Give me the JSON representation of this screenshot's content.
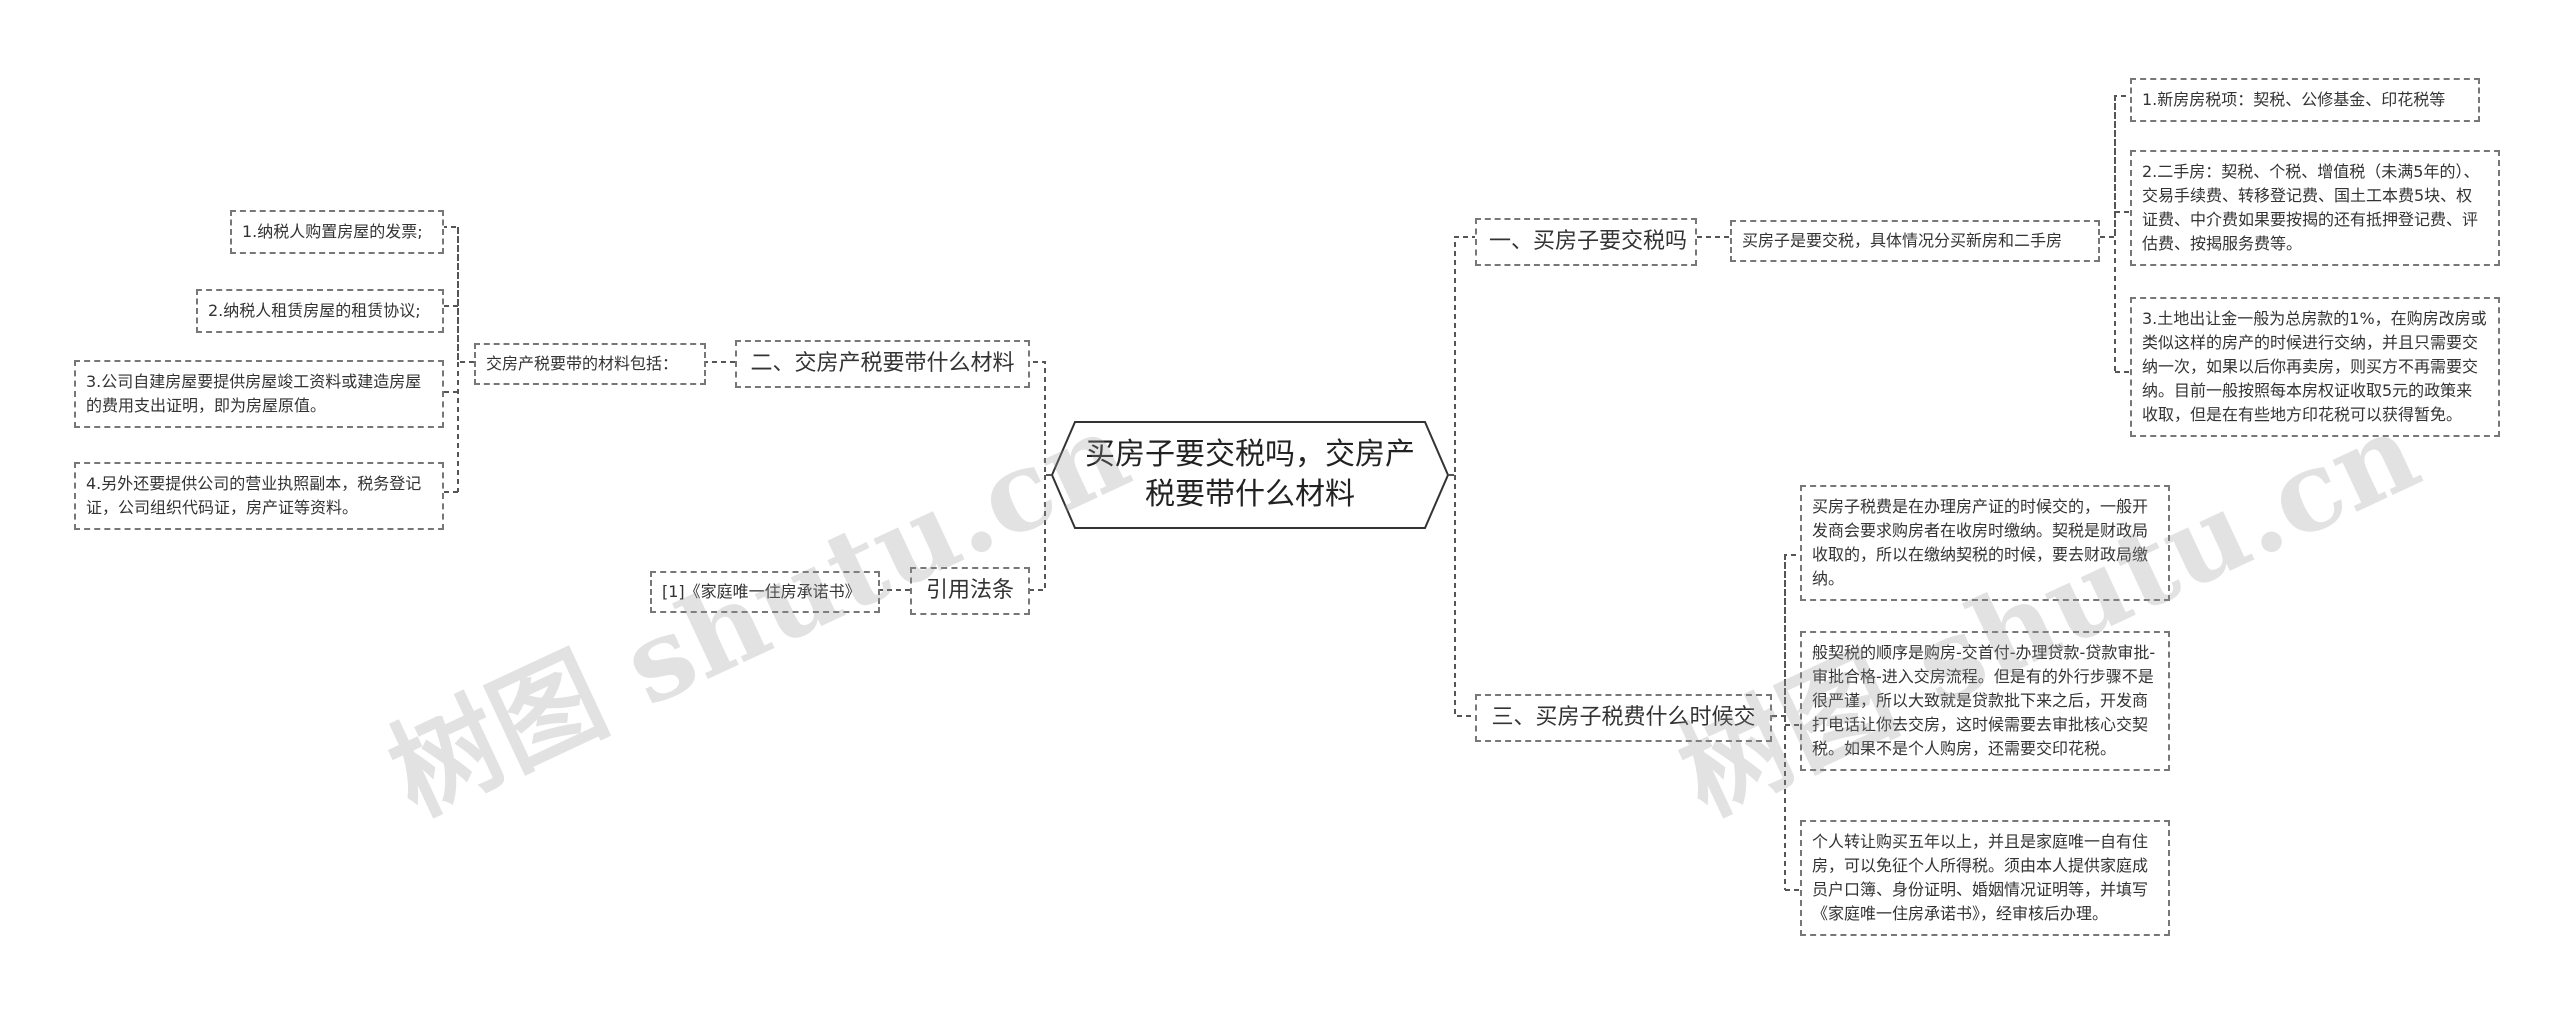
{
  "root": {
    "title": "买房子要交税吗，交房产税要带什么材料"
  },
  "branches": {
    "b1": {
      "label": "一、买房子要交税吗",
      "summary": "买房子是要交税，具体情况分买新房和二手房",
      "items": [
        "1.新房房税项：契税、公修基金、印花税等",
        "2.二手房：契税、个税、增值税（未满5年的）、交易手续费、转移登记费、国土工本费5块、权证费、中介费如果要按揭的还有抵押登记费、评估费、按揭服务费等。",
        "3.土地出让金一般为总房款的1%，在购房改房或类似这样的房产的时候进行交纳，并且只需要交纳一次，如果以后你再卖房，则买方不再需要交纳。目前一般按照每本房权证收取5元的政策来收取，但是在有些地方印花税可以获得暂免。"
      ]
    },
    "b2": {
      "label": "二、交房产税要带什么材料",
      "summary": "交房产税要带的材料包括：",
      "items": [
        "1.纳税人购置房屋的发票;",
        "2.纳税人租赁房屋的租赁协议;",
        "3.公司自建房屋要提供房屋竣工资料或建造房屋的费用支出证明，即为房屋原值。",
        "4.另外还要提供公司的营业执照副本，税务登记证，公司组织代码证，房产证等资料。"
      ]
    },
    "b3": {
      "label": "三、买房子税费什么时候交",
      "items": [
        "买房子税费是在办理房产证的时候交的，一般开发商会要求购房者在收房时缴纳。契税是财政局收取的，所以在缴纳契税的时候，要去财政局缴纳。",
        "般契税的顺序是购房-交首付-办理贷款-贷款审批-审批合格-进入交房流程。但是有的外行步骤不是很严谨，所以大致就是贷款批下来之后，开发商打电话让你去交房，这时候需要去审批核心交契税。如果不是个人购房，还需要交印花税。",
        "个人转让购买五年以上，并且是家庭唯一自有住房，可以免征个人所得税。须由本人提供家庭成员户口簿、身份证明、婚姻情况证明等，并填写《家庭唯一住房承诺书》，经审核后办理。"
      ]
    },
    "b4": {
      "label": "引用法条",
      "items": [
        "[1]《家庭唯一住房承诺书》"
      ]
    }
  },
  "watermark": {
    "left": "树图 shutu.cn",
    "right": "树图 shutu.cn"
  },
  "colors": {
    "line": "#555555",
    "border": "#777777",
    "text": "#333333",
    "background": "#ffffff"
  }
}
